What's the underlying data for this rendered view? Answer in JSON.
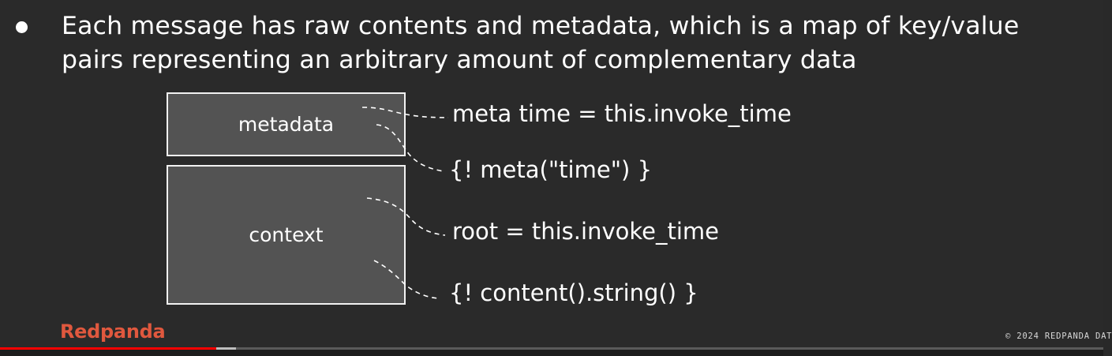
{
  "slide": {
    "bullet": "Each message has raw contents and metadata, which is a map of key/value pairs representing an arbitrary amount of complementary data",
    "diagram": {
      "metadata_box": "metadata",
      "context_box": "context",
      "examples": [
        "meta time = this.invoke_time",
        "{! meta(\"time\") }",
        "root = this.invoke_time",
        "{! content().string() }"
      ]
    },
    "logo": "Redpanda",
    "copyright": "© 2024 REDPANDA DAT"
  },
  "player": {
    "progress_played": 0.196,
    "progress_buffered": 0.214
  },
  "colors": {
    "background": "#2a2a2a",
    "box_fill": "#535353",
    "box_border": "#f2f2f2",
    "logo": "#e0583e",
    "progress_played": "#ff0000",
    "progress_buffered": "#bdbdbd"
  }
}
